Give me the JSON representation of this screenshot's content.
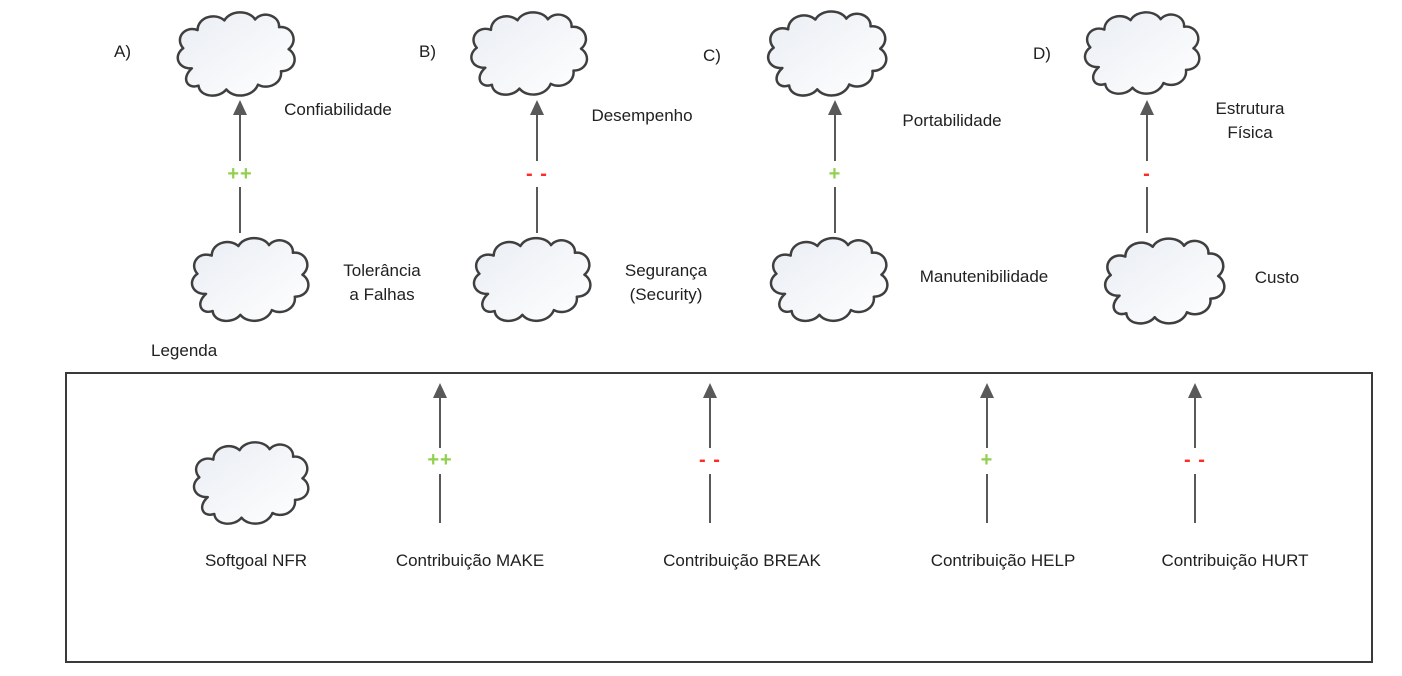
{
  "colors": {
    "positive": "#92d050",
    "negative": "#ff2b2b",
    "arrow": "#595959",
    "text": "#212121",
    "cloud_stroke": "#3f3f3f",
    "legend_border": "#3a3a3a"
  },
  "sections": [
    {
      "letter": "A)",
      "target_lines": [
        "Confiabilidade"
      ],
      "symbol": "++",
      "polarity": "positive",
      "contribution": "MAKE",
      "source_lines": [
        "Tolerância",
        "a Falhas"
      ]
    },
    {
      "letter": "B)",
      "target_lines": [
        "Desempenho"
      ],
      "symbol": "- -",
      "polarity": "negative",
      "contribution": "BREAK",
      "source_lines": [
        "Segurança",
        "(Security)"
      ]
    },
    {
      "letter": "C)",
      "target_lines": [
        "Portabilidade"
      ],
      "symbol": "+",
      "polarity": "positive",
      "contribution": "HELP",
      "source_lines": [
        "Manutenibilidade"
      ]
    },
    {
      "letter": "D)",
      "target_lines": [
        "Estrutura",
        "Física"
      ],
      "symbol": "-",
      "polarity": "negative",
      "contribution": "HURT",
      "source_lines": [
        "Custo"
      ]
    }
  ],
  "legend": {
    "title": "Legenda",
    "softgoal_label": "Softgoal NFR",
    "items": [
      {
        "label": "Contribuição MAKE",
        "symbol": "++",
        "polarity": "positive"
      },
      {
        "label": "Contribuição BREAK",
        "symbol": "- -",
        "polarity": "negative"
      },
      {
        "label": "Contribuição HELP",
        "symbol": "+",
        "polarity": "positive"
      },
      {
        "label": "Contribuição HURT",
        "symbol": "- -",
        "polarity": "negative"
      }
    ]
  }
}
